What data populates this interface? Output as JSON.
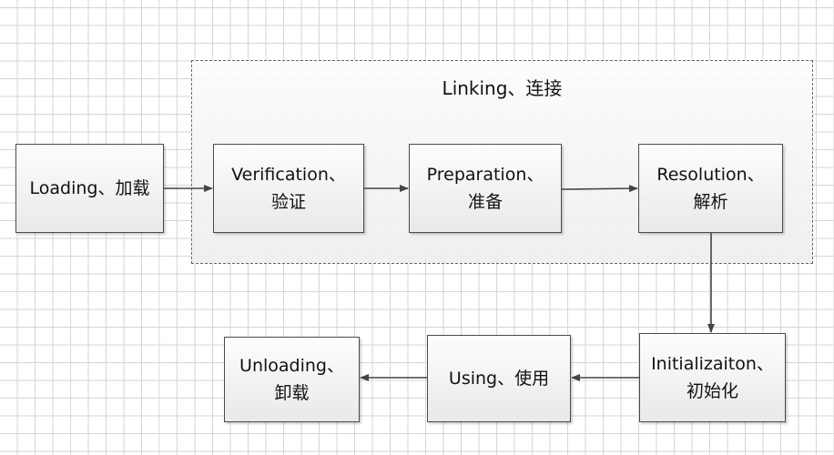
{
  "group": {
    "title": "Linking、连接"
  },
  "nodes": {
    "loading": "Loading、加载",
    "verification": "Verification、\n验证",
    "preparation": "Preparation、\n准备",
    "resolution": "Resolution、\n解析",
    "initialization": "Initializaiton、\n初始化",
    "using": "Using、使用",
    "unloading": "Unloading、\n卸载"
  },
  "colors": {
    "border": "#4a4a4a",
    "arrow": "#444444",
    "grid": "#d6d6d6"
  }
}
